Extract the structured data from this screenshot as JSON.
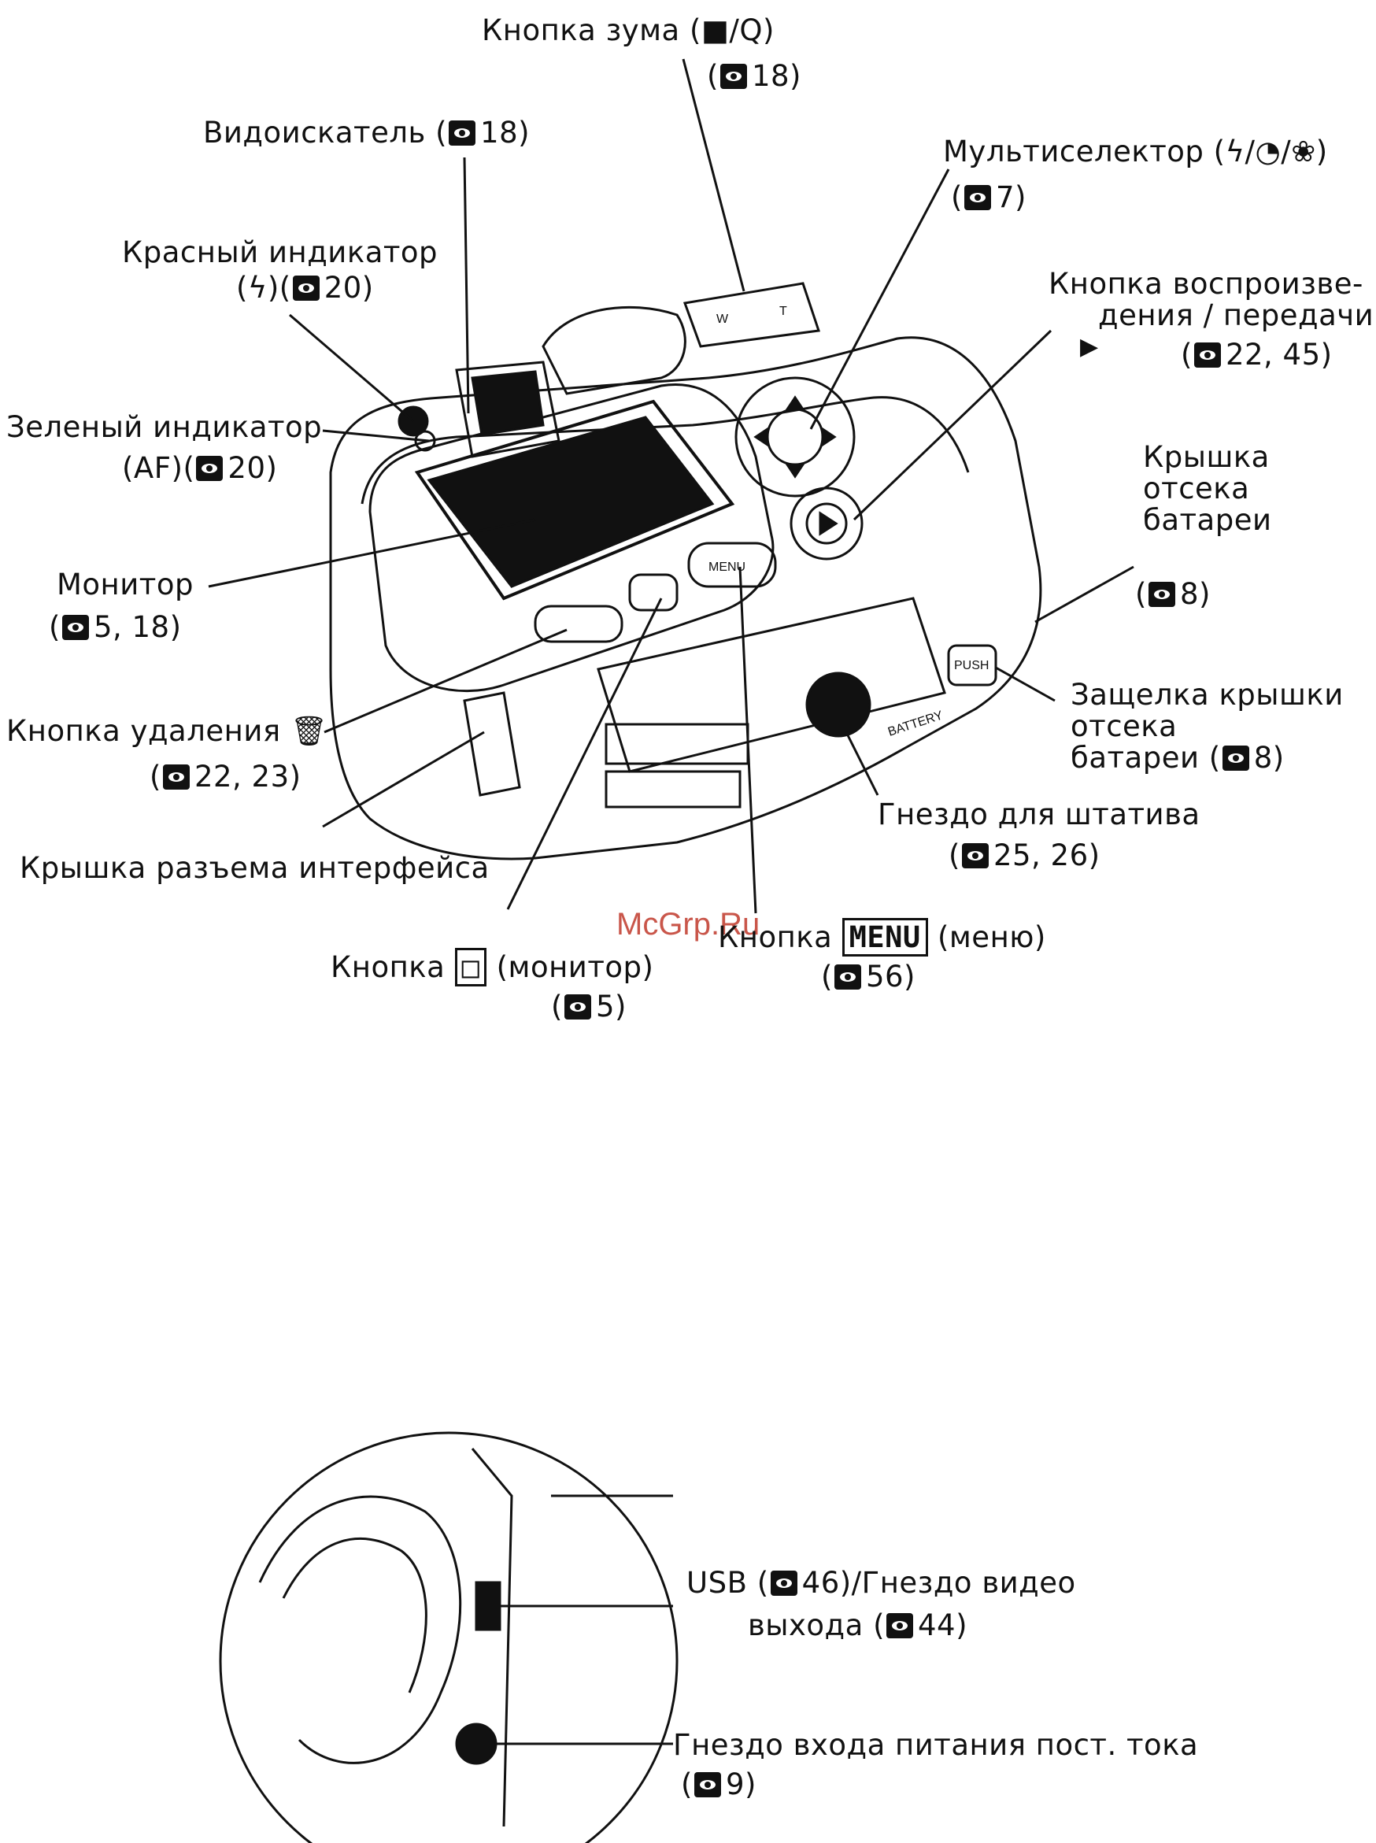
{
  "labels": {
    "zoom": "Кнопка зума (",
    "zoom_icons": "■/Q)",
    "zoom_ref": "18)",
    "viewfinder": "Видоискатель (",
    "viewfinder_ref": "18)",
    "multiselector": "Мультиселектор (",
    "multiselector_icons": "ϟ/◔/❀)",
    "multiselector_ref": "7)",
    "red_indicator": "Красный индикатор",
    "red_indicator_ref_a": "(ϟ)(",
    "red_indicator_ref": "20)",
    "playback_line1": "Кнопка воспроизве-",
    "playback_line2": "дения / передачи",
    "playback_ref": "22, 45)",
    "green_indicator": "Зеленый индикатор",
    "green_indicator_ref_a": "(AF)(",
    "green_indicator_ref": "20)",
    "battery_cover_1": "Крышка",
    "battery_cover_2": "отсека",
    "battery_cover_3": "батареи",
    "battery_cover_ref": "8)",
    "monitor": "Монитор",
    "monitor_ref": "5, 18)",
    "latch_1": "Защелка крышки",
    "latch_2": "отсека",
    "latch_3": "батареи (",
    "latch_ref": "8)",
    "delete": "Кнопка удаления",
    "delete_ref": "22, 23)",
    "tripod": "Гнездо для штатива",
    "tripod_ref": "25, 26)",
    "interface_cover": "Крышка разъема интерфейса",
    "menu_pre": "Кнопка",
    "menu_box": "MENU",
    "menu_post": "(меню)",
    "menu_ref": "56)",
    "monitor_btn_pre": "Кнопка",
    "monitor_btn_post": "(монитор)",
    "monitor_btn_ref": "5)",
    "usb_1": "USB (",
    "usb_1b": "46)/Гнездо видео",
    "usb_2": "выхода (",
    "usb_2b": "44)",
    "dc_in": "Гнездо входа питания пост. тока",
    "dc_in_ref": "9)"
  },
  "watermark": "McGrp.Ru",
  "camera_panel_text": {
    "w": "W",
    "t": "T",
    "menu": "MENU",
    "push": "PUSH",
    "battery": "BATTERY"
  }
}
